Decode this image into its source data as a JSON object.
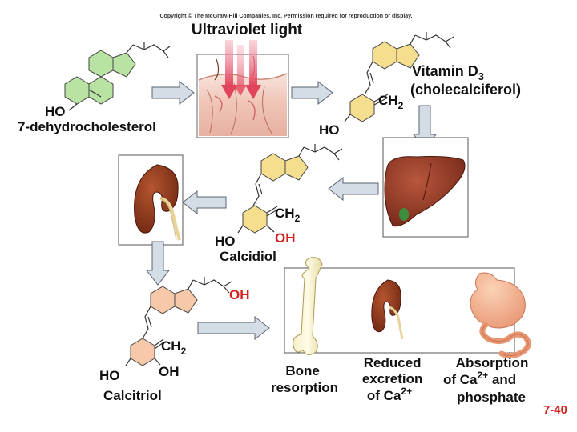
{
  "copyright": "Copyright © The McGraw-Hill Companies, Inc. Permission required for reproduction or display.",
  "uv_label": "Ultraviolet light",
  "dehydro": {
    "ho": "HO",
    "name": "7-dehydrocholesterol"
  },
  "vitd3": {
    "line1": "Vitamin D",
    "sub": "3",
    "line2": "(cholecalciferol)",
    "ch2": "CH",
    "ch2_sub": "2",
    "ho": "HO"
  },
  "calcidiol": {
    "ch2": "CH",
    "ch2_sub": "2",
    "ho": "HO",
    "oh": "OH",
    "name": "Calcidiol"
  },
  "calcitriol": {
    "oh_top": "OH",
    "ch2": "CH",
    "ch2_sub": "2",
    "ho": "HO",
    "oh": "OH",
    "name": "Calcitriol"
  },
  "effects": {
    "bone": [
      "Bone",
      "resorption"
    ],
    "kidney": [
      "Reduced",
      "excretion",
      "of Ca",
      "2+"
    ],
    "intestine": [
      "Absorption",
      "of Ca",
      "2+",
      " and",
      "phosphate"
    ]
  },
  "slide_number": "7-40",
  "colors": {
    "ring_green": "#b9e3a3",
    "ring_yellow": "#f6de8f",
    "ring_peach": "#f7c9a8",
    "accent_red": "#d3231f",
    "arrow_fill": "#d4dde6"
  }
}
